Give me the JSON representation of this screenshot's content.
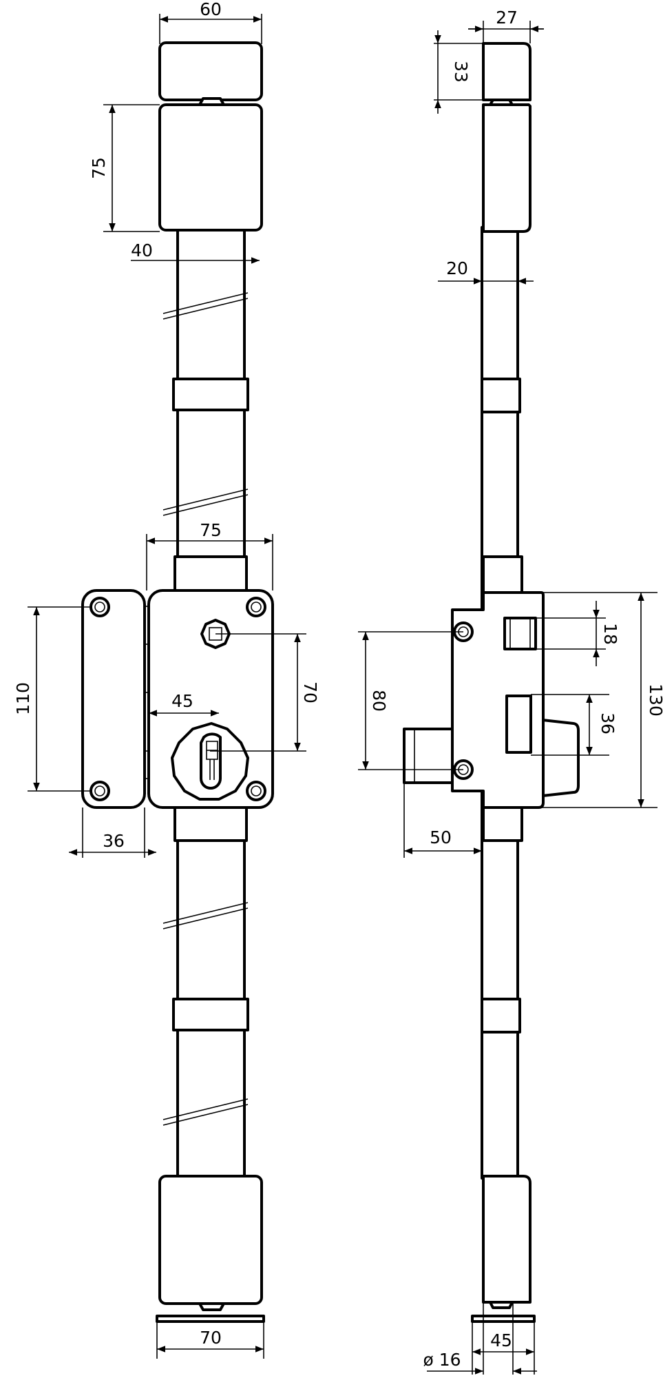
{
  "diagram": {
    "front_view": {
      "top_cap_width": "60",
      "top_housing_height": "75",
      "rod_width": "40",
      "case_width": "75",
      "keeper_height": "110",
      "screw_spacing": "70",
      "cylinder_offset": "45",
      "keeper_width": "36",
      "bottom_plate_width": "70"
    },
    "side_view": {
      "cap_depth": "27",
      "cap_height": "33",
      "rod_depth": "20",
      "bolt_height": "18",
      "latch_height": "36",
      "case_height": "130",
      "keeper_screw_spacing": "80",
      "bolt_projection": "50",
      "rod_diameter": "ø 16",
      "plate_depth": "45"
    }
  }
}
